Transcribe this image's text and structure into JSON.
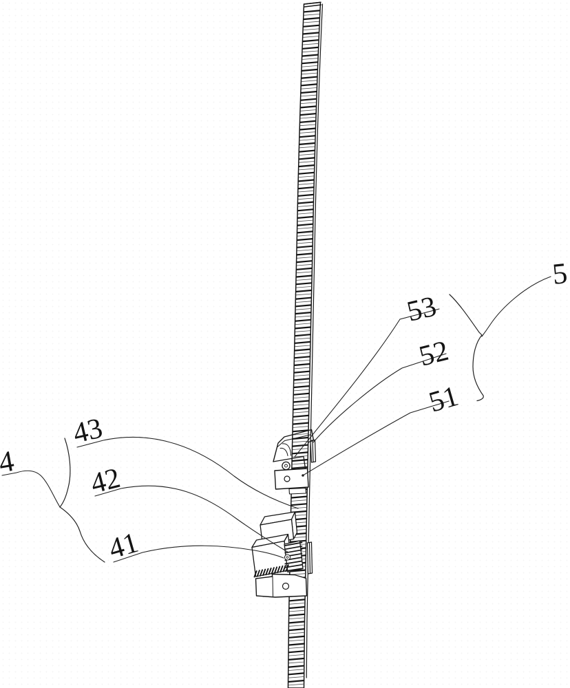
{
  "figure": {
    "type": "patent-line-drawing",
    "background": "#ffffff",
    "line_color": "#161616",
    "labels": {
      "l5": "5",
      "l53": "53",
      "l52": "52",
      "l51": "51",
      "l43": "43",
      "l42": "42",
      "l41": "41",
      "l4": "4"
    }
  }
}
